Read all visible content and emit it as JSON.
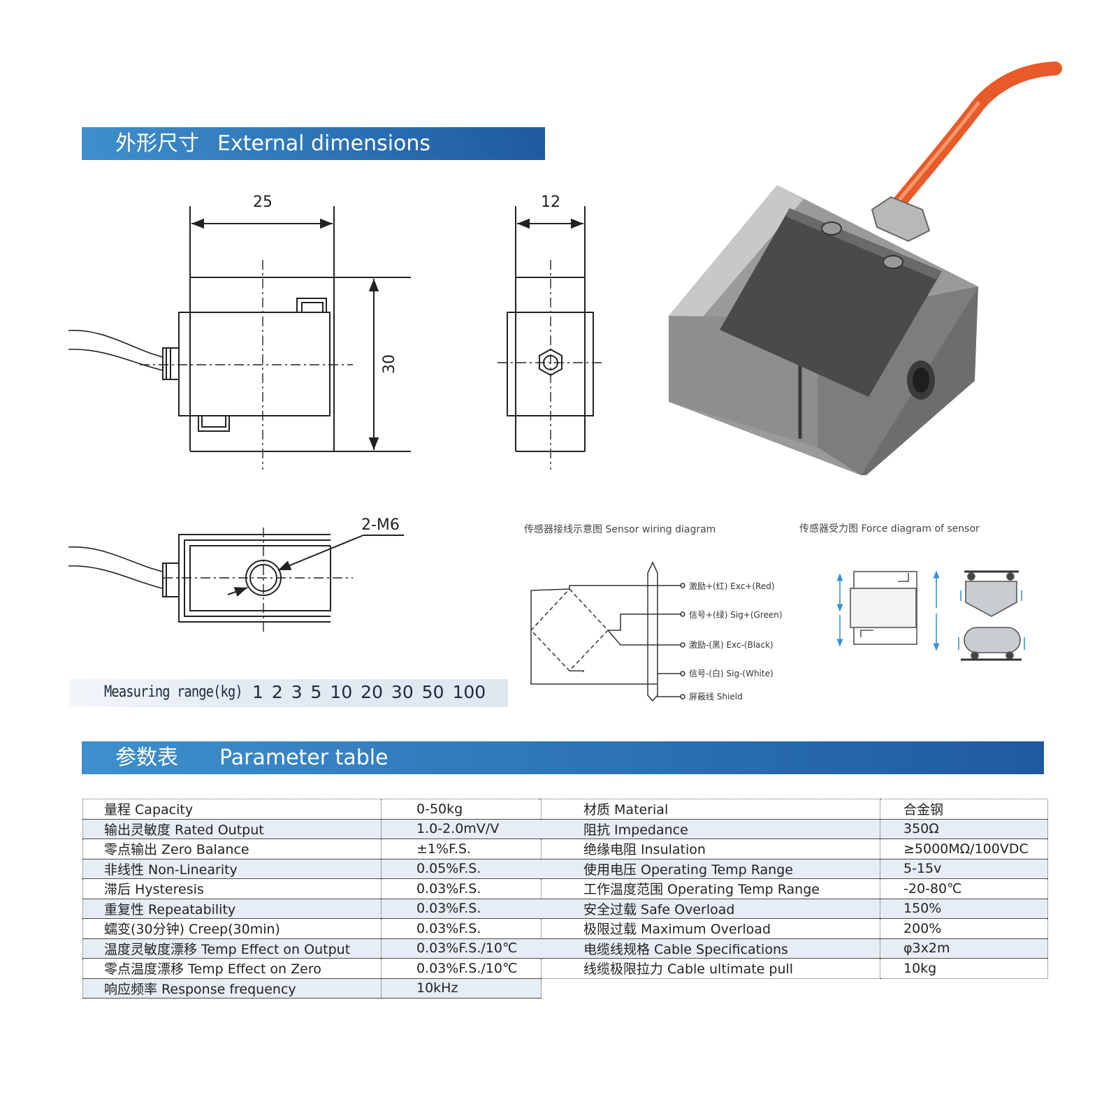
{
  "sections": {
    "dimensions": {
      "cn": "外形尺寸",
      "en": "External dimensions"
    },
    "parameters": {
      "cn": "参数表",
      "en": "Parameter table"
    }
  },
  "drawing": {
    "width_label": "25",
    "depth_label": "12",
    "height_label": "30",
    "thread_label": "2-M6"
  },
  "measuring_range": {
    "label": "Measuring range(kg)",
    "values": "1 2 3 5 10 20 30 50 100"
  },
  "wiring": {
    "caption": "传感器接线示意图 Sensor wiring diagram",
    "wires": [
      "激励+(红) Exc+(Red)",
      "信号+(绿) Sig+(Green)",
      "激励-(黑) Exc-(Black)",
      "信号-(白) Sig-(White)",
      "屏蔽线 Shield"
    ]
  },
  "force": {
    "caption": "传感器受力图 Force diagram of sensor"
  },
  "colors": {
    "banner_start": "#3f8fcc",
    "banner_end": "#1f5aa0",
    "cable": "#e85a2a",
    "arrow": "#3a8fd8"
  },
  "param_table_left": [
    {
      "k": "量程 Capacity",
      "v": "0-50kg"
    },
    {
      "k": "输出灵敏度 Rated Output",
      "v": "1.0-2.0mV/V"
    },
    {
      "k": "零点输出 Zero Balance",
      "v": "±1%F.S."
    },
    {
      "k": "非线性 Non-Linearity",
      "v": "0.05%F.S."
    },
    {
      "k": "滞后 Hysteresis",
      "v": "0.03%F.S."
    },
    {
      "k": "重复性 Repeatability",
      "v": "0.03%F.S."
    },
    {
      "k": "蠕变(30分钟) Creep(30min)",
      "v": "0.03%F.S."
    },
    {
      "k": "温度灵敏度漂移 Temp Effect on Output",
      "v": "0.03%F.S./10℃"
    },
    {
      "k": "零点温度漂移 Temp Effect on Zero",
      "v": "0.03%F.S./10℃"
    },
    {
      "k": "响应频率 Response frequency",
      "v": "10kHz"
    }
  ],
  "param_table_right": [
    {
      "k": "材质 Material",
      "v": "合金钢"
    },
    {
      "k": "阻抗 Impedance",
      "v": "350Ω"
    },
    {
      "k": "绝缘电阻 Insulation",
      "v": "≥5000MΩ/100VDC"
    },
    {
      "k": "使用电压 Operating Temp Range",
      "v": "5-15v"
    },
    {
      "k": "工作温度范围 Operating Temp Range",
      "v": "-20-80℃"
    },
    {
      "k": "安全过载 Safe Overload",
      "v": "150%"
    },
    {
      "k": "极限过载 Maximum Overload",
      "v": "200%"
    },
    {
      "k": "电缆线规格 Cable Specifications",
      "v": "φ3x2m"
    },
    {
      "k": "线缆极限拉力 Cable ultimate pull",
      "v": "10kg"
    }
  ]
}
